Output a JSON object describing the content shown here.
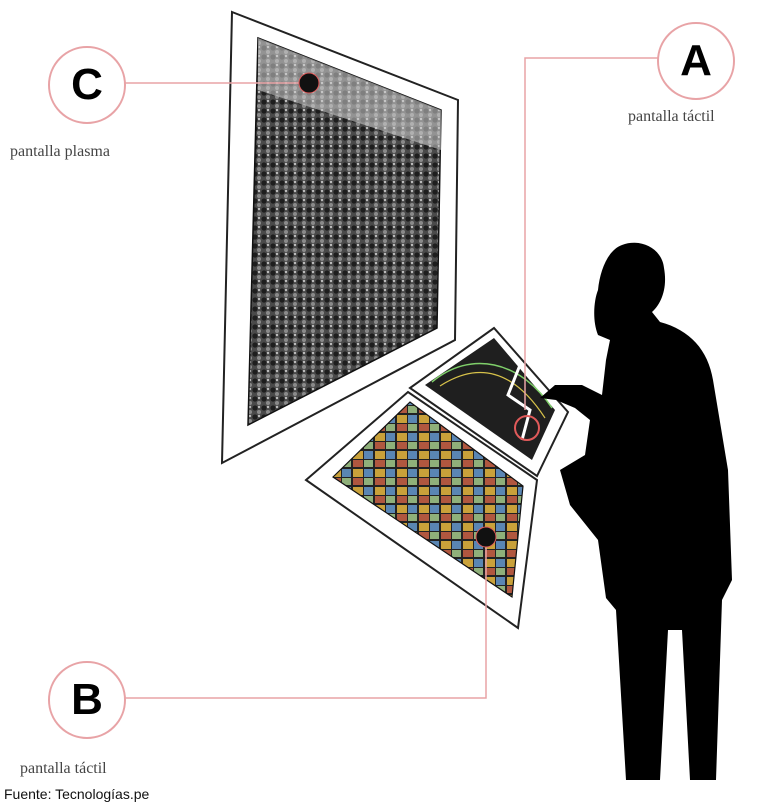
{
  "labels": {
    "a": {
      "letter": "A",
      "caption": "pantalla táctil"
    },
    "b": {
      "letter": "B",
      "caption": "pantalla táctil"
    },
    "c": {
      "letter": "C",
      "caption": "pantalla plasma"
    }
  },
  "source": "Fuente: Tecnologías.pe",
  "colors": {
    "leader_line": "#e8a3a6",
    "marker": "#111111",
    "silhouette": "#000000",
    "frame": "#ffffff"
  }
}
